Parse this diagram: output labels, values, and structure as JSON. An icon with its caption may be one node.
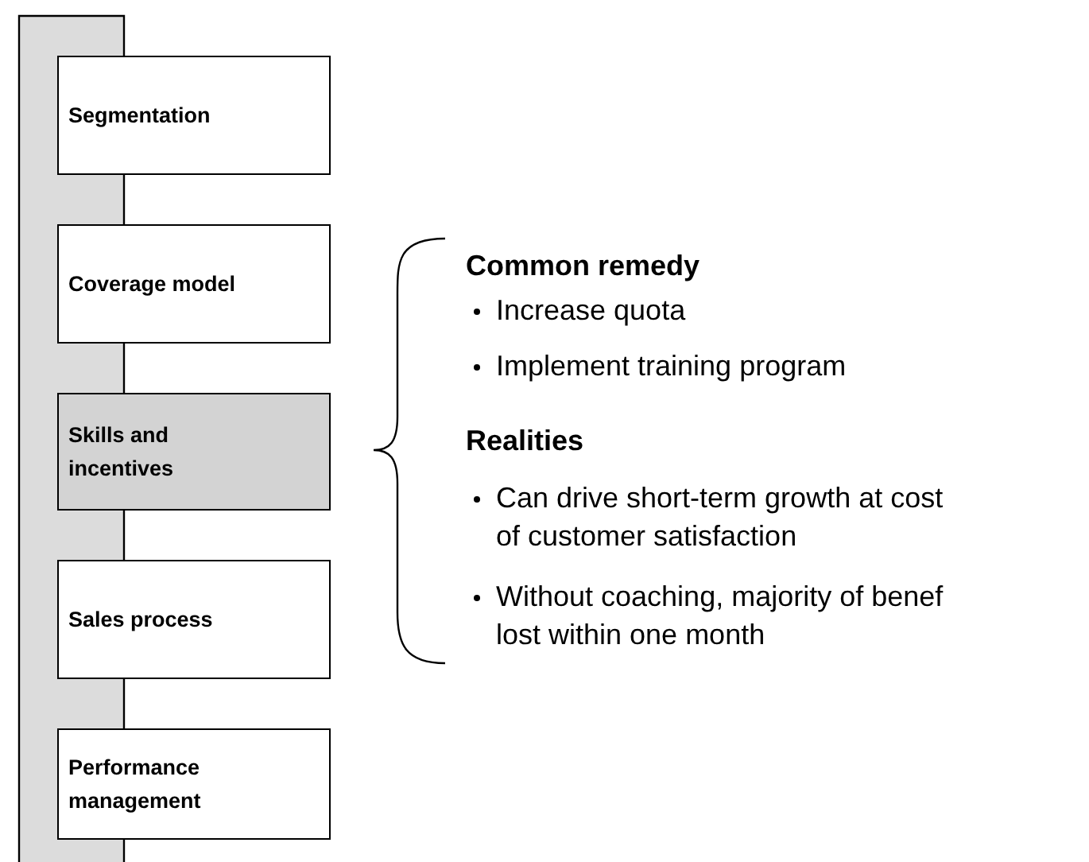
{
  "diagram": {
    "nodes": [
      {
        "text": [],
        "shape": "bar"
      },
      {
        "text": [
          "Segmentation"
        ]
      },
      {
        "text": [
          "Coverage model"
        ]
      },
      {
        "text": [
          "Skills and incentives"
        ]
      },
      {
        "text": [
          "Sales process"
        ]
      },
      {
        "text": [
          "Performance management"
        ]
      }
    ],
    "labels": [
      "Common remedy",
      "Increase quota",
      "Implement training program",
      "Realities",
      "Can drive short-term growth at cost of customer satisfaction",
      "Without coaching, majority of benef lost within one month"
    ]
  }
}
